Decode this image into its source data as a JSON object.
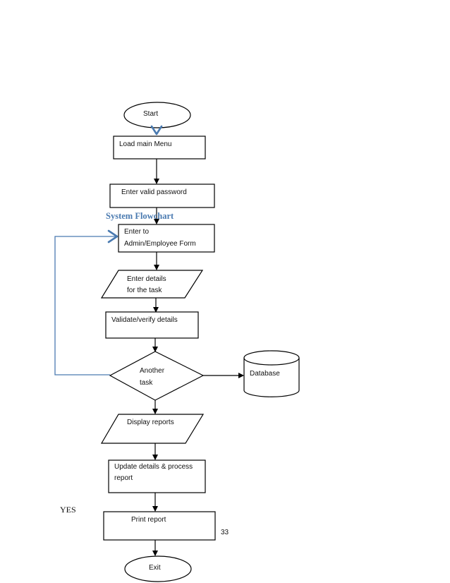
{
  "diagram": {
    "heading": "System Flowchart",
    "nodes": {
      "start": "Start",
      "load_menu": "Load main Menu",
      "enter_password": "Enter valid password",
      "enter_form_line1": "Enter to",
      "enter_form_line2": "Admin/Employee Form",
      "enter_details_line1": "Enter details",
      "enter_details_line2": "for the task",
      "validate": "Validate/verify details",
      "decision_line1": "Another",
      "decision_line2": "task",
      "database": "Database",
      "display_reports": "Display reports",
      "update_line1": "Update details & process",
      "update_line2": "report",
      "print_report": "Print report",
      "exit": "Exit"
    },
    "branch_label": "YES",
    "page_number": "33",
    "colors": {
      "accent": "#4a7ab0",
      "stroke": "#000000"
    }
  }
}
